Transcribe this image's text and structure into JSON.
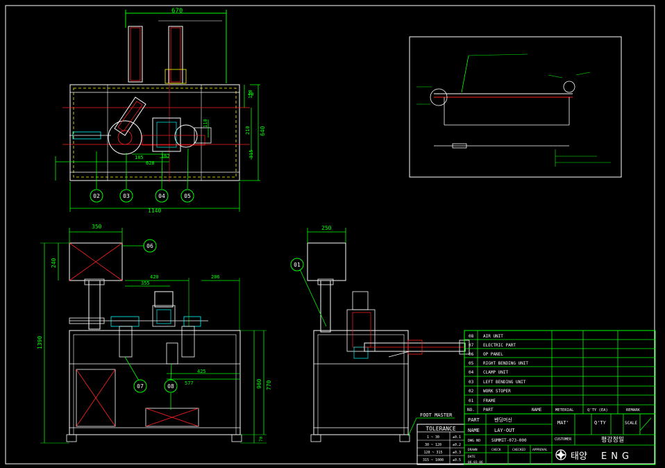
{
  "top_view": {
    "dims": {
      "width_670": "670",
      "total_1140": "1140",
      "d185": "185",
      "d162": "162",
      "d628": "628",
      "d110": "110",
      "d210": "210",
      "d315": "315",
      "d640": "640",
      "d150": "150",
      "d40": "40"
    },
    "balloons": [
      "02",
      "03",
      "04",
      "05"
    ]
  },
  "front_view": {
    "dims": {
      "d350": "350",
      "d240": "240",
      "d1390": "1390",
      "d420": "420",
      "d355": "355",
      "d206": "206",
      "d425": "425",
      "d577": "577",
      "d960": "960",
      "d770": "770",
      "d70": "70"
    },
    "balloons": [
      "06",
      "07",
      "08"
    ]
  },
  "side_view": {
    "dims": {
      "d250": "250"
    },
    "balloons": [
      "01"
    ],
    "foot_master": "FOOT MASTER"
  },
  "tolerance": {
    "title": "TOLERANCE",
    "rows": [
      [
        "1 ~ 30",
        "±0.1"
      ],
      [
        "30 ~ 120",
        "±0.2"
      ],
      [
        "120 ~ 315",
        "±0.3"
      ],
      [
        "315 ~ 1000",
        "±0.5"
      ]
    ]
  },
  "parts_list": {
    "rows": [
      {
        "no": "08",
        "name": "AIR UNIT"
      },
      {
        "no": "07",
        "name": "ELECTRIC PART"
      },
      {
        "no": "06",
        "name": "OP PANEL"
      },
      {
        "no": "05",
        "name": "RIGHT BENDING UNIT"
      },
      {
        "no": "04",
        "name": "CLAMP UNIT"
      },
      {
        "no": "03",
        "name": "LEFT BENDING UNIT"
      },
      {
        "no": "02",
        "name": "WORK STOPER"
      },
      {
        "no": "01",
        "name": "FRAME"
      }
    ],
    "header": {
      "no": "NO.",
      "part": "PART",
      "name": "NAME",
      "material": "METERIAL",
      "qty": "Q'TY (EA)",
      "remark": "REMARK"
    }
  },
  "title_block": {
    "part_label": "PART",
    "part_value": "벤딩머신",
    "name_label": "NAME",
    "name_value": "LAY-OUT",
    "mat_label": "MAT'",
    "qty_label": "Q'TY",
    "scale_label": "SCALE",
    "dwg_label": "DWG NO",
    "dwg_no": "SUMMIT-073-000",
    "customer_label": "CUSTOMER",
    "customer_value": "평강정밀",
    "drawn_label": "DRAWN",
    "check_label": "CHECK",
    "checked_label": "CHECKED",
    "approval_label": "APPROVAL",
    "date_label": "DATE",
    "date_value": "06.03.06",
    "company_ko": "태양",
    "company_en": "ENG"
  },
  "colors": {
    "background": "#000000",
    "outline": "#ffffff",
    "dimension": "#00ff00",
    "centerline": "#ff2020",
    "hidden": "#ffff00",
    "accent": "#00ffff",
    "magenta": "#ff00ff"
  }
}
